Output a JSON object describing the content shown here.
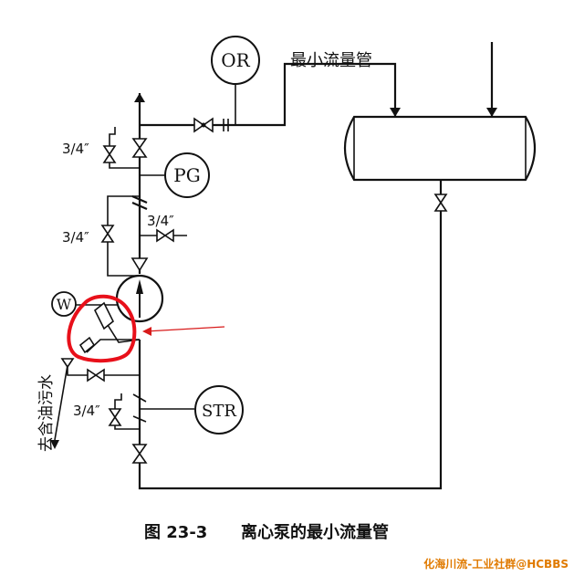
{
  "diagram": {
    "instruments": {
      "or": "OR",
      "pg": "PG",
      "w": "W",
      "str": "STR"
    },
    "labels": {
      "min_flow_line": "最小流量管",
      "drain_dirty_oil": "去含油污水",
      "size_1": "3/4″",
      "size_2": "3/4″",
      "size_3": "3/4″",
      "size_4": "3/4″"
    },
    "caption": {
      "figure_number": "图 23-3",
      "title": "离心泵的最小流量管"
    },
    "watermark": "化海川流-工业社群@HCBBS",
    "highlight_color": "#e8101a",
    "arrow_color": "#d81b1b"
  }
}
